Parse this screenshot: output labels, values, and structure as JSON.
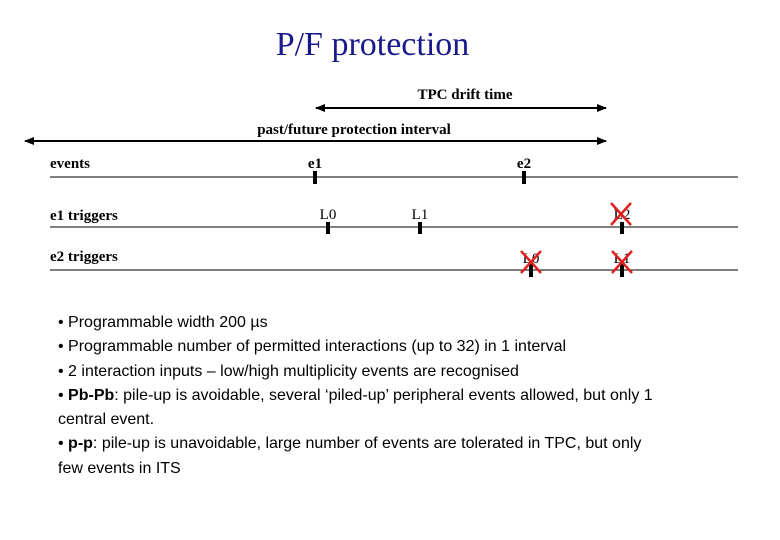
{
  "title": "P/F protection",
  "timeline": {
    "tpc_drift_label": "TPC drift time",
    "pf_interval_label": "past/future protection interval",
    "rows": [
      {
        "label": "events",
        "ticks": [
          "e1",
          "e2"
        ]
      },
      {
        "label": "e1 triggers",
        "ticks": [
          "L0",
          "L1",
          "L2"
        ]
      },
      {
        "label": "e2 triggers",
        "ticks": [
          "L0",
          "L1"
        ]
      }
    ],
    "cross_color": "#e02020"
  },
  "bullets": [
    {
      "prefix": "• ",
      "bold": "",
      "text": "Programmable width 200 µs"
    },
    {
      "prefix": "• ",
      "bold": "",
      "text": "Programmable number of permitted interactions (up to 32) in 1 interval"
    },
    {
      "prefix": "• ",
      "bold": "",
      "text": "2 interaction inputs – low/high multiplicity events are recognised"
    },
    {
      "prefix": "• ",
      "bold": "Pb-Pb",
      "text": ": pile-up is avoidable, several ‘piled-up’ peripheral events allowed, but only 1 central event."
    },
    {
      "prefix": "• ",
      "bold": "p-p",
      "text": ": pile-up is unavoidable, large number of events are tolerated in TPC, but only few events in ITS"
    }
  ]
}
